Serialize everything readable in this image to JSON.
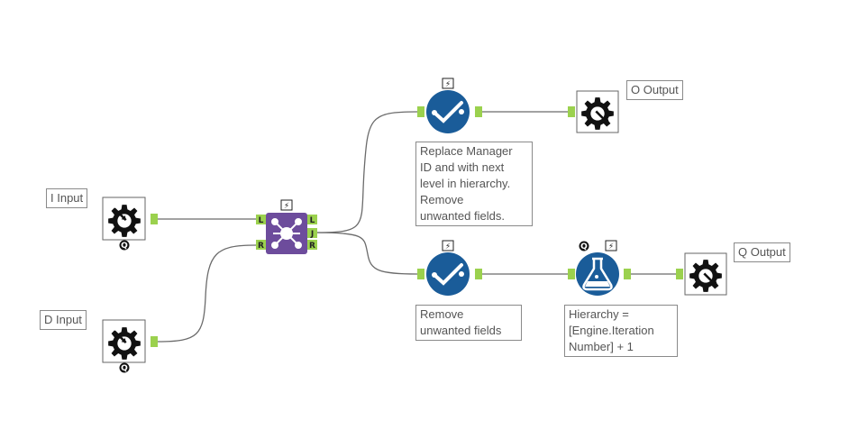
{
  "tools": {
    "i_input": {
      "name": "I Input"
    },
    "d_input": {
      "name": "D Input"
    },
    "o_output": {
      "name": "O Output"
    },
    "q_output": {
      "name": "Q Output"
    },
    "filter_top": {
      "annotation": "Replace Manager\nID and with next\nlevel in hierarchy.\nRemove\nunwanted fields."
    },
    "filter_bottom": {
      "annotation": "Remove\nunwanted fields"
    },
    "formula": {
      "annotation": "Hierarchy =\n[Engine.Iteration\nNumber] + 1"
    },
    "join": {
      "inputs": [
        "L",
        "R"
      ],
      "outputs": [
        "L",
        "J",
        "R"
      ]
    }
  },
  "badges": {
    "quick": "Q",
    "lightning": "⚡"
  },
  "colors": {
    "anchor": "#9bd14e",
    "join_purple": "#6d4c9c",
    "tool_blue": "#1a5c99",
    "connection": "#6b6b6b",
    "label_border": "#8a8a8a"
  },
  "icons": [
    "macro-input-gear-icon",
    "macro-output-gear-icon",
    "join-icon",
    "select-check-icon",
    "formula-flask-icon",
    "lightning-badge-icon",
    "q-badge-icon"
  ]
}
